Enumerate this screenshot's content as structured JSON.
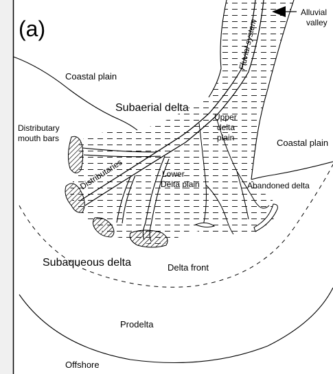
{
  "panel_label": "(a)",
  "labels": {
    "alluvial_valley_1": "Alluvial",
    "alluvial_valley_2": "valley",
    "fluvial_system": "Fluvial system",
    "coastal_plain_left": "Coastal plain",
    "coastal_plain_right": "Coastal plain",
    "subaerial_delta": "Subaerial delta",
    "upper_delta_plain_1": "Upper",
    "upper_delta_plain_2": "delta",
    "upper_delta_plain_3": "plain",
    "mouth_bars_1": "Distributary",
    "mouth_bars_2": "mouth bars",
    "distributaries": "Distributaries",
    "lower_delta_plain_1": "Lower",
    "lower_delta_plain_2": "Delta plain",
    "abandoned_delta": "Abandoned delta",
    "subaqueous_delta": "Subaqueous delta",
    "delta_front": "Delta front",
    "prodelta": "Prodelta",
    "offshore": "Offshore"
  },
  "colors": {
    "background": "#f0f0f0",
    "paper": "#ffffff",
    "ink": "#000000"
  }
}
